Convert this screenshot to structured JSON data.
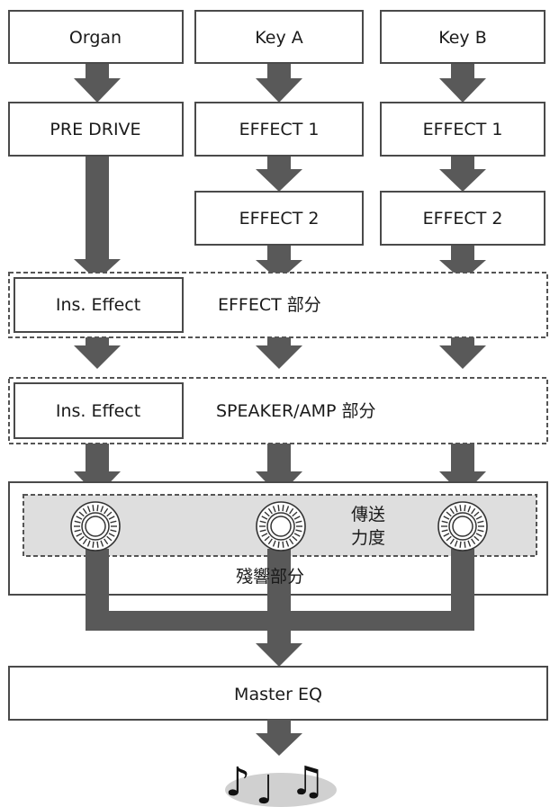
{
  "sources": [
    "Organ",
    "Key A",
    "Key B"
  ],
  "row2": [
    "PRE DRIVE",
    "EFFECT 1",
    "EFFECT 1"
  ],
  "row3": [
    "EFFECT 2",
    "EFFECT 2"
  ],
  "effect_section": {
    "box_label": "Ins. Effect",
    "section_label": "EFFECT 部分"
  },
  "speaker_section": {
    "box_label": "Ins. Effect",
    "section_label": "SPEAKER/AMP 部分"
  },
  "reverb_section": {
    "send_label_line1": "傳送",
    "send_label_line2": "力度",
    "section_label": "殘響部分"
  },
  "master": {
    "label": "Master EQ"
  },
  "output": {
    "notes": [
      "♪",
      "♩",
      "♫"
    ],
    "icon": "music-notes-icon"
  },
  "colors": {
    "arrow": "#595959",
    "box_border": "#4a4a4a",
    "reverb_fill": "#dedede",
    "note_cloud": "#d0d0d0"
  }
}
